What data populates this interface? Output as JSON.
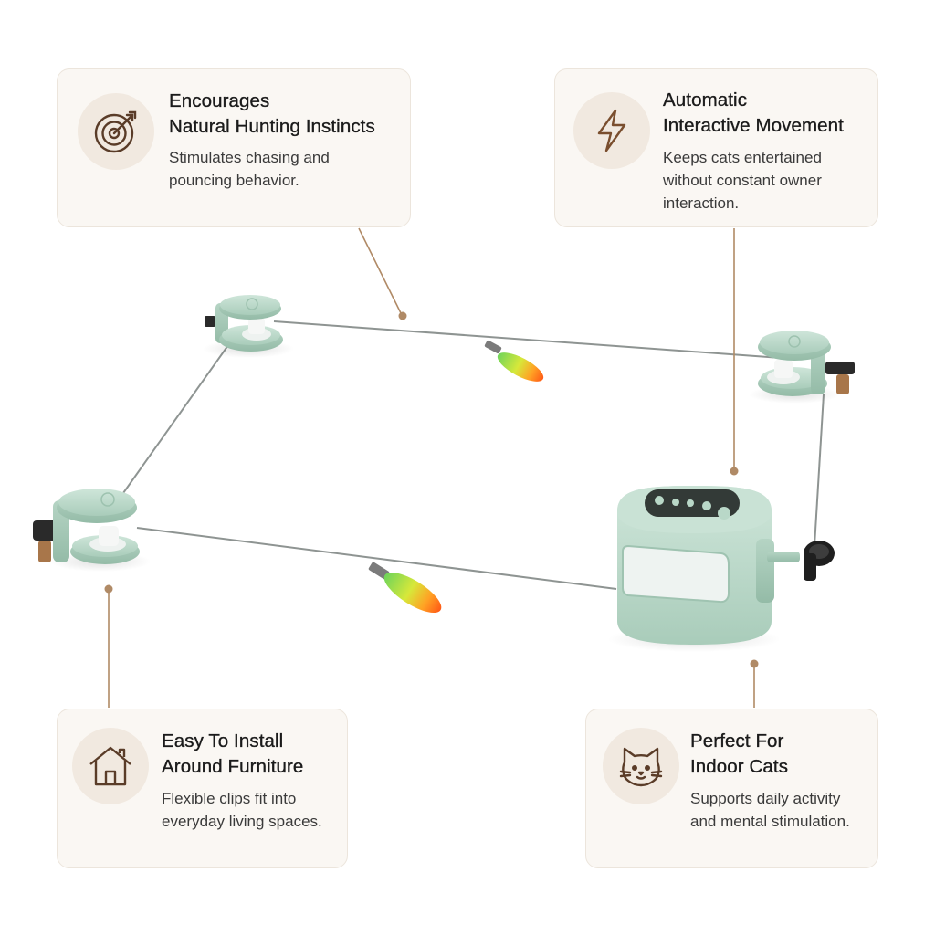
{
  "features": {
    "hunting": {
      "icon": "target-icon",
      "title_line1": "Encourages",
      "title_line2": "Natural Hunting Instincts",
      "desc_line1": "Stimulates chasing and",
      "desc_line2": "pouncing behavior."
    },
    "movement": {
      "icon": "lightning-icon",
      "title_line1": "Automatic",
      "title_line2": "Interactive Movement",
      "desc_line1": "Keeps cats entertained",
      "desc_line2": "without constant owner",
      "desc_line3": "interaction."
    },
    "install": {
      "icon": "house-icon",
      "title_line1": "Easy To Install",
      "title_line2": "Around Furniture",
      "desc_line1": "Flexible clips fit into",
      "desc_line2": "everyday living spaces."
    },
    "indoor": {
      "icon": "cat-face-icon",
      "title_line1": "Perfect For",
      "title_line2": "Indoor Cats",
      "desc_line1": "Supports daily activity",
      "desc_line2": "and mental stimulation."
    }
  },
  "colors": {
    "card_background": "#faf7f3",
    "icon_badge": "#f1e9e0",
    "icon_stroke": "#5a3c28",
    "leader_line": "#b08a66",
    "device_mint": "#b9d8c8",
    "feather_green": "#7ed957",
    "feather_orange": "#ff6a1a"
  }
}
